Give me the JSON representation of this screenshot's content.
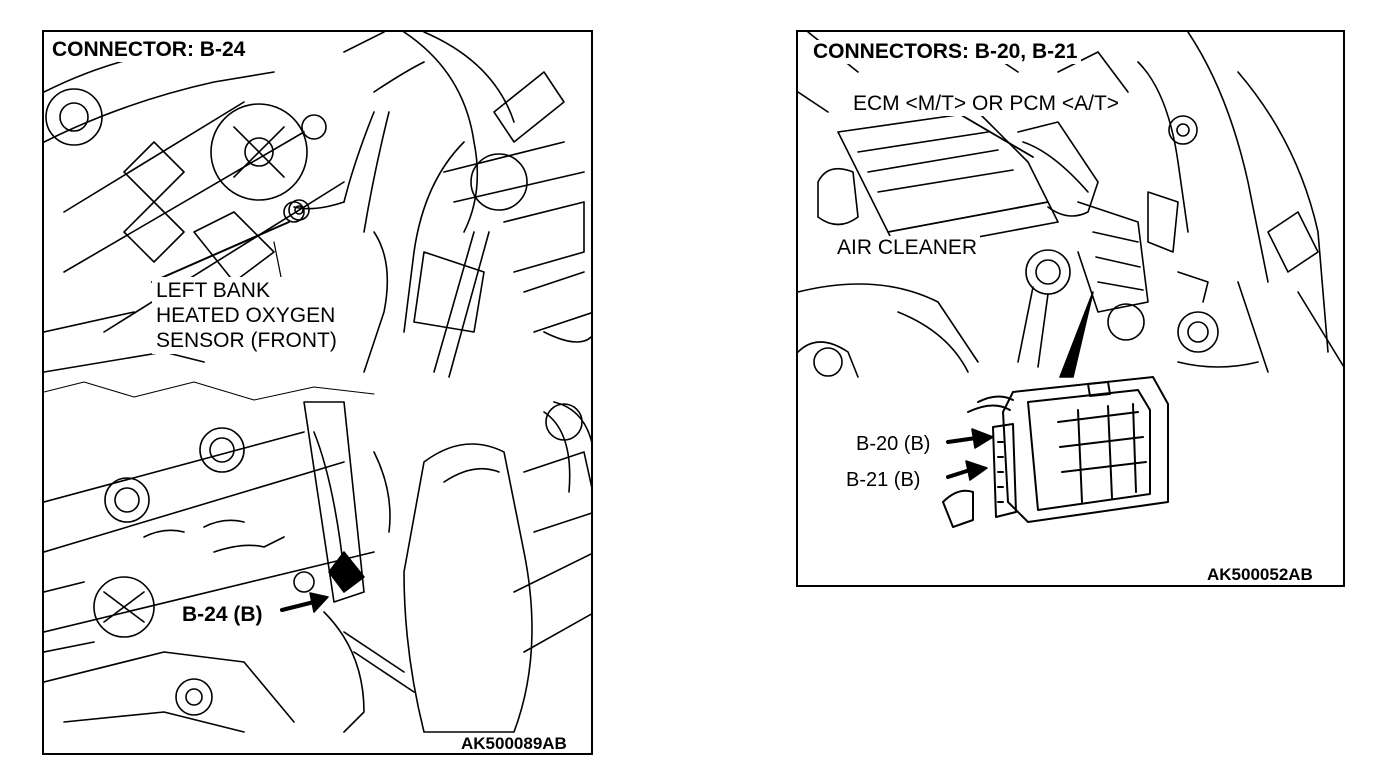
{
  "left_figure": {
    "title": "CONNECTOR: B-24",
    "sensor_label": [
      "LEFT BANK",
      "HEATED OXYGEN",
      "SENSOR (FRONT)"
    ],
    "connector_callout": "B-24 (B)",
    "figure_code": "AK500089AB"
  },
  "right_figure": {
    "title": "CONNECTORS: B-20, B-21",
    "module_label": "ECM <M/T> OR PCM <A/T>",
    "air_cleaner_label": "AIR CLEANER",
    "connector_callouts": [
      "B-20 (B)",
      "B-21 (B)"
    ],
    "figure_code": "AK500052AB"
  },
  "colors": {
    "ink": "#000000",
    "paper": "#ffffff"
  }
}
